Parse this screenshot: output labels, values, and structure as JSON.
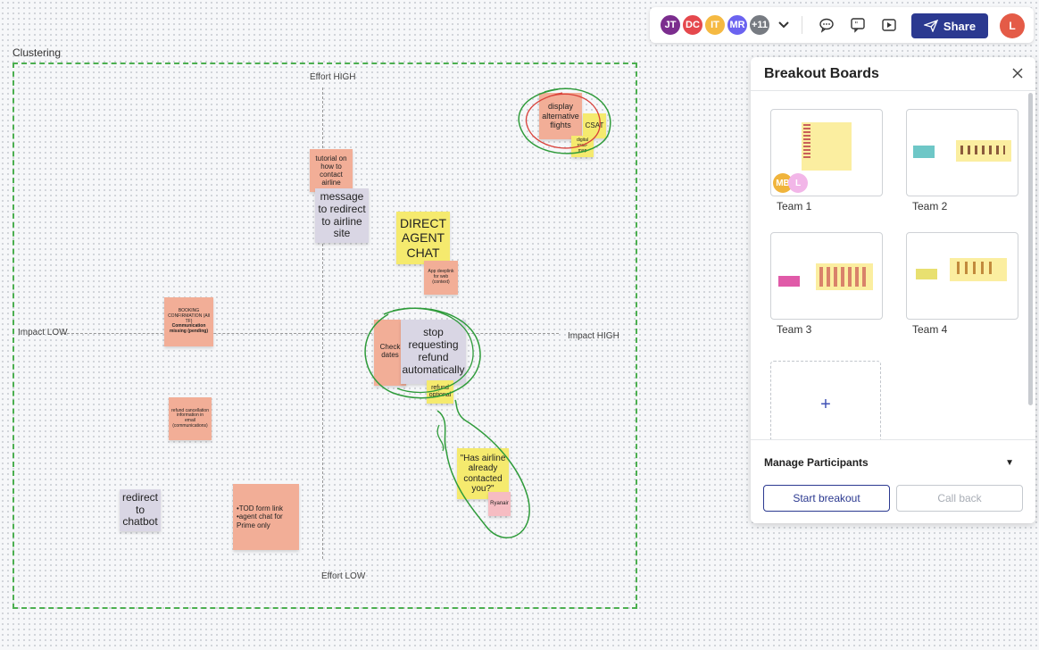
{
  "canvas": {
    "frame_label": "Clustering",
    "axes": {
      "top": "Effort HIGH",
      "bottom": "Effort LOW",
      "left": "Impact LOW",
      "right": "Impact HIGH"
    },
    "notes": {
      "display_alt": "display alternative flights",
      "csat": "CSAT",
      "digital_roadmap": "digital road-map",
      "tutorial": "tutorial on how to contact airline",
      "message_redirect": "message to redirect to airline site",
      "direct_agent": "DIRECT AGENT CHAT",
      "app_deeplink": "App deeplink for web (context)",
      "booking_confirmation": "BOOKING CONFIRMATION (All TF)",
      "booking_comm": "Communication missing (pending)",
      "check_dates": "Check dates",
      "stop_refund": "stop requesting refund automatically",
      "refund_optional": "refund optional",
      "refund_cancellation": "refund cancellation information in email (communications)",
      "has_airline": "\"Has airline already contacted you?\"",
      "ryanair": "Ryanair",
      "redirect_chatbot": "redirect to chatbot",
      "tod_form_1": "•TOD form link",
      "tod_form_2": "•agent chat for Prime only"
    }
  },
  "toolbar": {
    "avatars": [
      {
        "initials": "JT",
        "color": "#7b2d8e"
      },
      {
        "initials": "DC",
        "color": "#e5484d"
      },
      {
        "initials": "IT",
        "color": "#f5b942"
      },
      {
        "initials": "MR",
        "color": "#6b63f0"
      },
      {
        "initials": "+11",
        "color": "#777b82"
      }
    ],
    "share_label": "Share",
    "user_initial": "L"
  },
  "panel": {
    "title": "Breakout Boards",
    "boards": [
      {
        "name": "Team 1",
        "participants": [
          "MB",
          "L"
        ]
      },
      {
        "name": "Team 2"
      },
      {
        "name": "Team 3"
      },
      {
        "name": "Team 4"
      }
    ],
    "add_symbol": "+",
    "manage_participants": "Manage Participants",
    "start_breakout": "Start breakout",
    "call_back": "Call back"
  }
}
